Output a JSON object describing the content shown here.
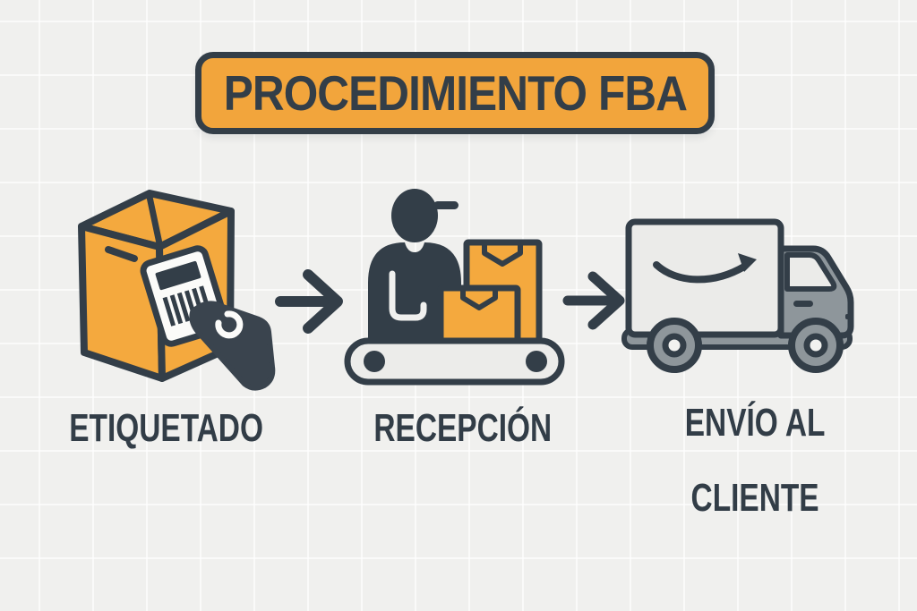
{
  "title": {
    "label": "PROCEDIMIENTO FBA"
  },
  "steps": [
    {
      "label": "ETIQUETADO",
      "icon": "box-with-shipping-label-and-hand"
    },
    {
      "label": "RECEPCIÓN",
      "icon": "worker-with-boxes-on-conveyor"
    },
    {
      "label": "ENVÍO AL CLIENTE",
      "label_lines": [
        "ENVÍO AL",
        "CLIENTE"
      ],
      "icon": "amazon-delivery-truck"
    }
  ],
  "arrows": [
    {
      "name": "arrow-right-1",
      "direction": "right"
    },
    {
      "name": "arrow-right-2",
      "direction": "right"
    }
  ],
  "colors": {
    "background": "#F0F0EE",
    "grid_line": "#FAFAF8",
    "accent_orange": "#F2A53C",
    "ink_dark": "#333E48",
    "light_gray": "#EBEBE9",
    "mid_gray": "#8E969B",
    "label_white": "#FBFBF9"
  }
}
